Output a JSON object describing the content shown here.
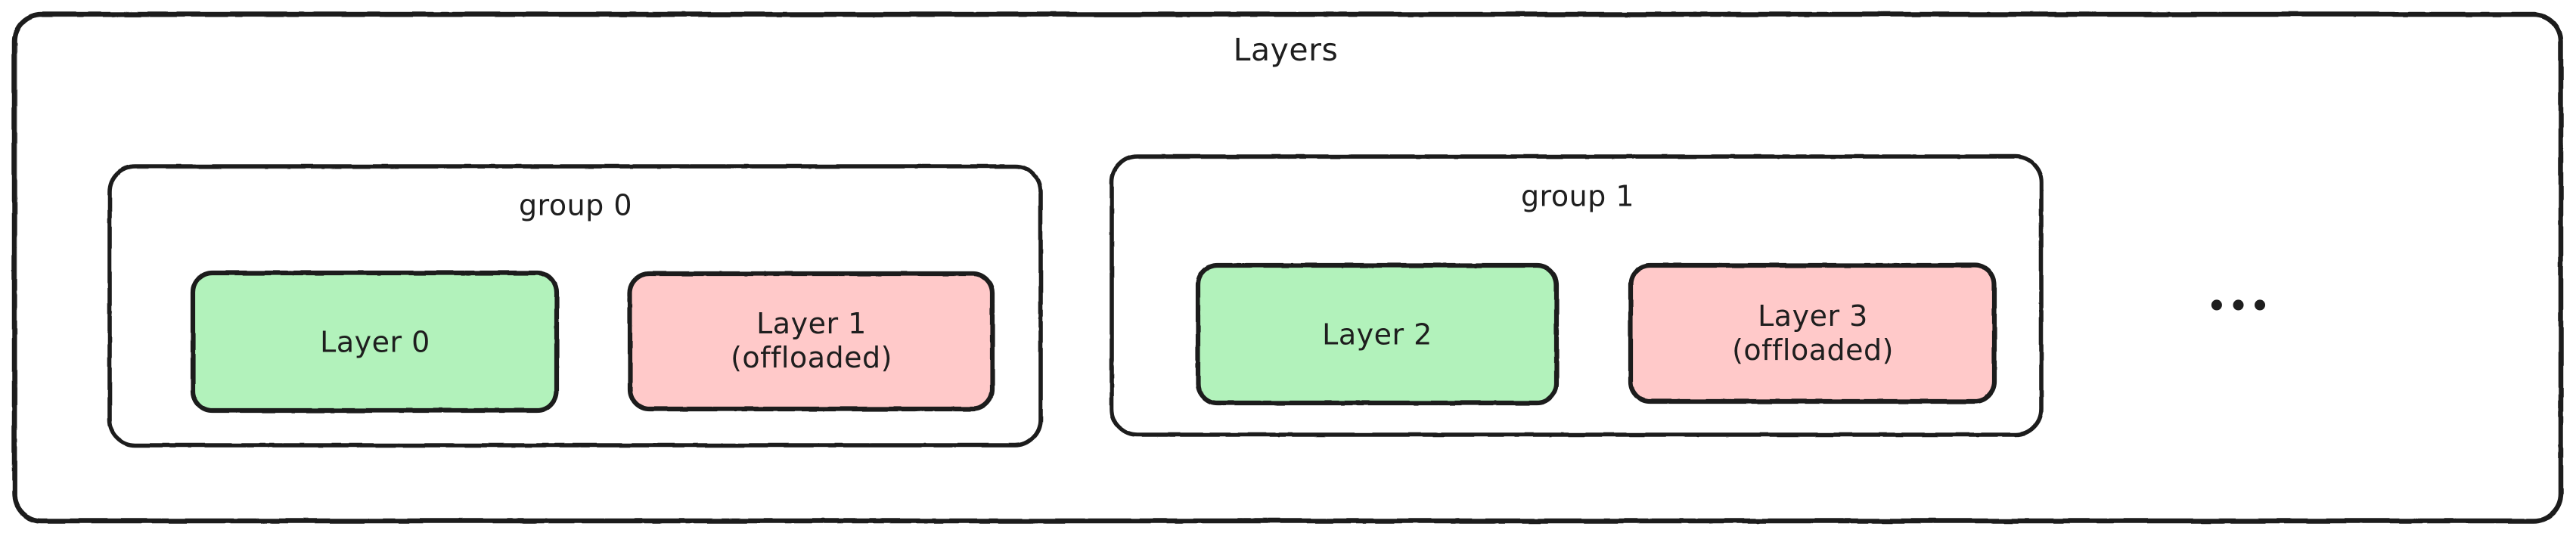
{
  "diagram": {
    "title": "Layers",
    "palette": {
      "stroke": "#1e1e1e",
      "background": "#ffffff",
      "resident_fill": "#b2f2bb",
      "offloaded_fill": "#ffc9c9"
    },
    "outer_container": {
      "name": "Layers",
      "label": "Layers"
    },
    "groups": [
      {
        "label": "group 0",
        "boxes": [
          {
            "label": "Layer 0",
            "state": "resident",
            "fill": "#b2f2bb"
          },
          {
            "label": "Layer 1\n(offloaded)",
            "state": "offloaded",
            "fill": "#ffc9c9"
          }
        ]
      },
      {
        "label": "group 1",
        "boxes": [
          {
            "label": "Layer 2",
            "state": "resident",
            "fill": "#b2f2bb"
          },
          {
            "label": "Layer 3\n(offloaded)",
            "state": "offloaded",
            "fill": "#ffc9c9"
          }
        ]
      }
    ],
    "overflow_indicator": "•••"
  }
}
